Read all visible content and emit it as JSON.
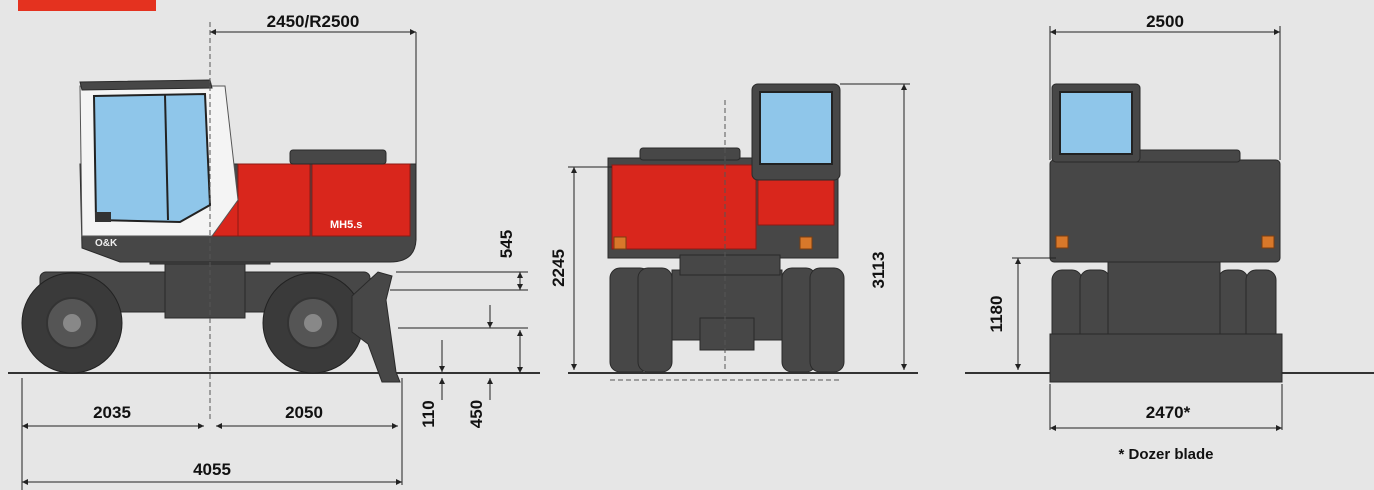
{
  "dimensions": {
    "tail_radius": "2450/R2500",
    "width_cab_top": "2500",
    "counterweight_clearance": "545",
    "cab_side_height": "2245",
    "total_height": "3113",
    "ground_to_rear": "1180",
    "front_overhang": "2035",
    "rear_overhang": "2050",
    "total_length": "4055",
    "blade_lift": "110",
    "blade_height": "450",
    "blade_width": "2470*"
  },
  "footnote": "* Dozer blade",
  "badge_color": "#e4321f",
  "machine_label": "MH5.s",
  "brand_logo": "O&K"
}
